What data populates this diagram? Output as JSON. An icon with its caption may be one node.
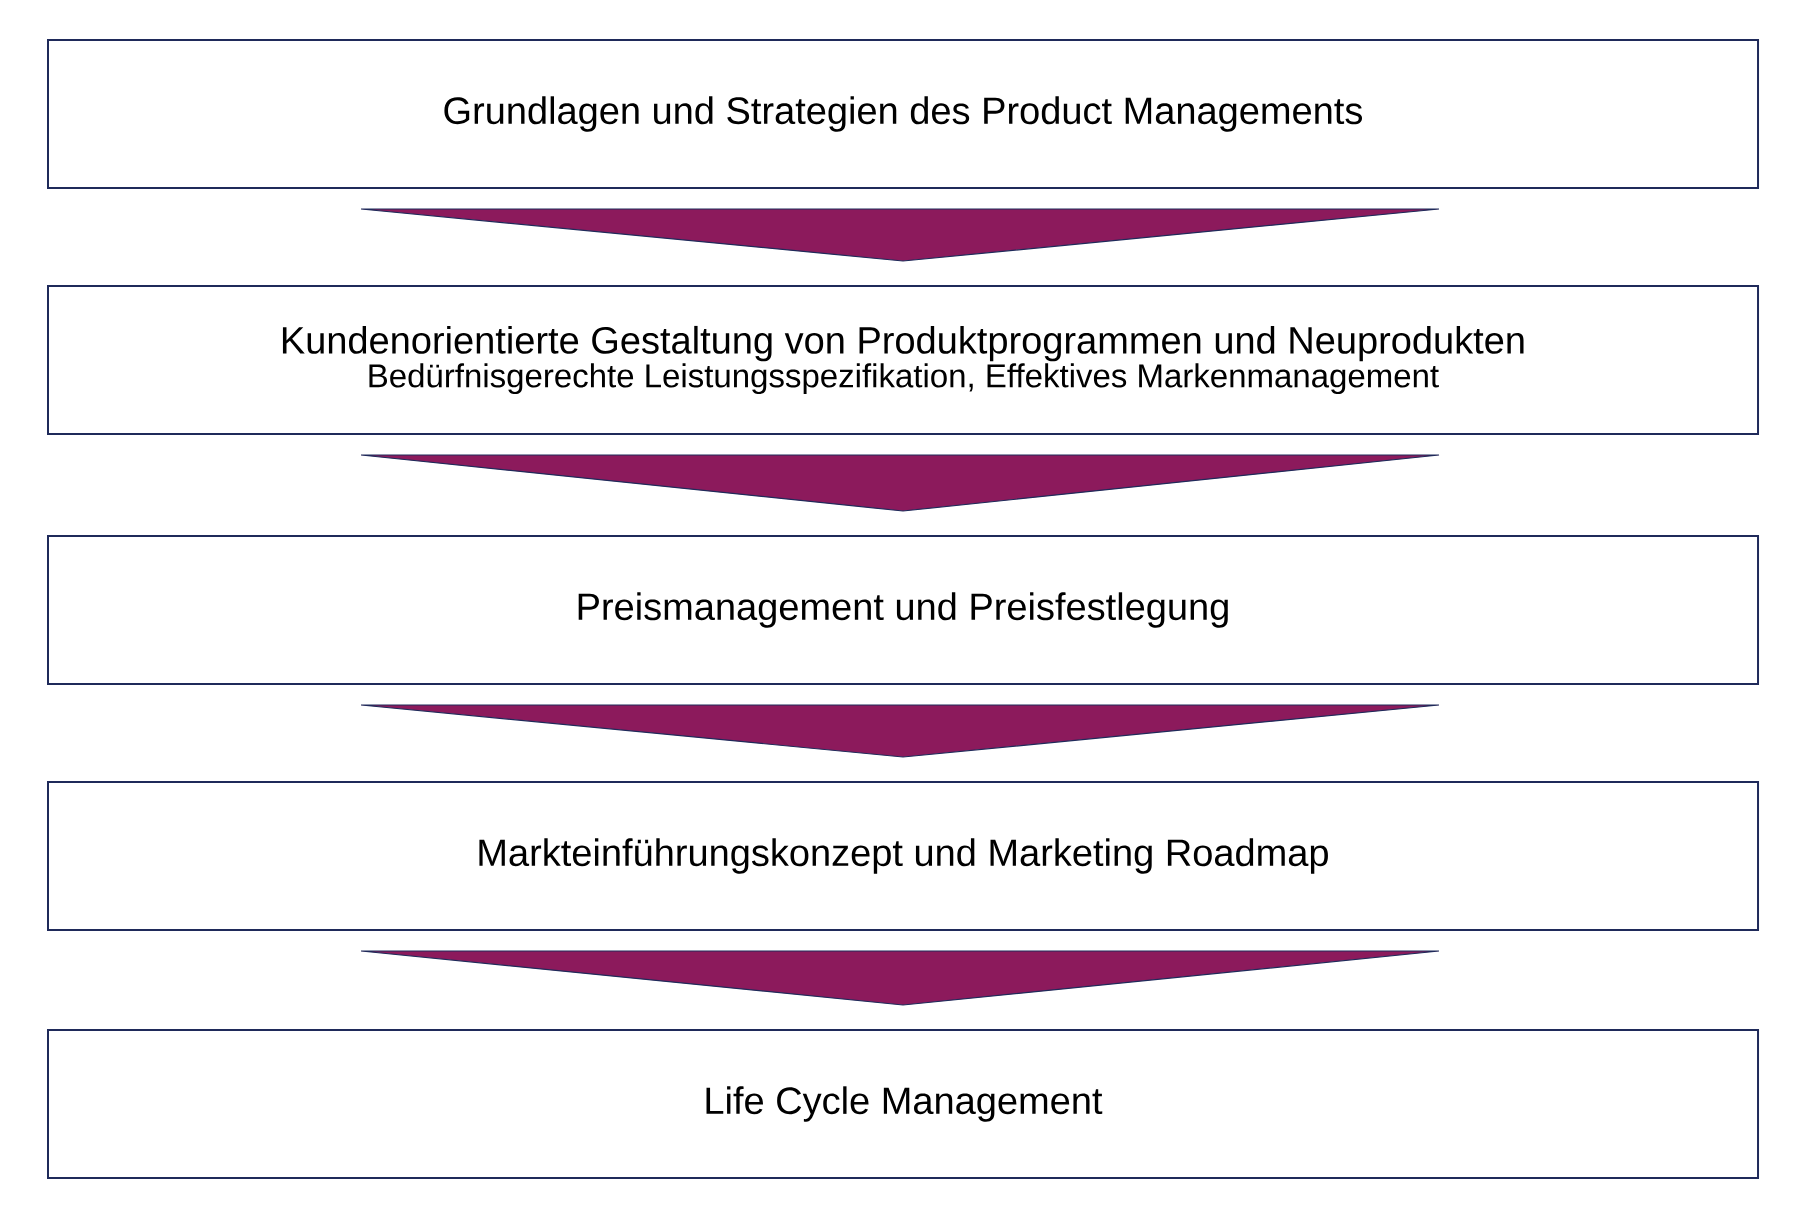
{
  "diagram": {
    "nodes": [
      {
        "text": [
          "Grundlagen und Strategien des Product Managements"
        ]
      },
      {
        "text": [
          "Kundenorientierte Gestaltung von Produktprogrammen und Neuprodukten",
          "Bedürfnisgerechte Leistungsspezifikation, Effektives Markenmanagement"
        ]
      },
      {
        "text": [
          "Preismanagement und Preisfestlegung"
        ]
      },
      {
        "text": [
          "Markteinführungskonzept und Marketing Roadmap"
        ]
      },
      {
        "text": [
          "Life Cycle Management"
        ]
      }
    ],
    "edges": [
      {
        "from": 0,
        "to": 1,
        "arrow": "to"
      },
      {
        "from": 1,
        "to": 2,
        "arrow": "to"
      },
      {
        "from": 2,
        "to": 3,
        "arrow": "to"
      },
      {
        "from": 3,
        "to": 4,
        "arrow": "to"
      }
    ]
  }
}
